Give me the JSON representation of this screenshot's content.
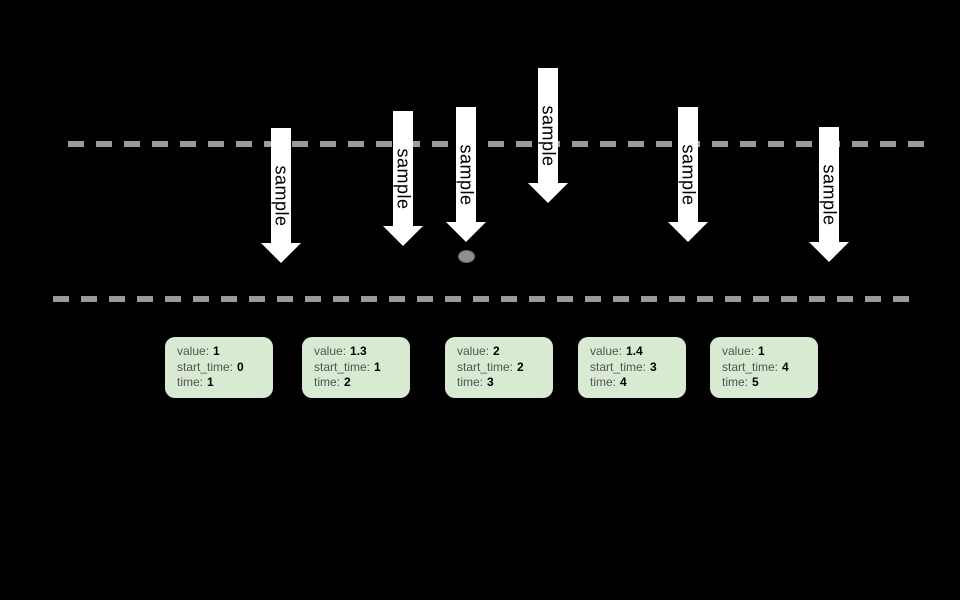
{
  "diagram": {
    "arrows": [
      {
        "label": "sample"
      },
      {
        "label": "sample"
      },
      {
        "label": "sample"
      },
      {
        "label": "sample"
      },
      {
        "label": "sample"
      },
      {
        "label": "sample"
      }
    ],
    "field_labels": {
      "value": "value:",
      "start_time": "start_time:",
      "time": "time:"
    },
    "boxes": [
      {
        "value": "1",
        "start_time": "0",
        "time": "1"
      },
      {
        "value": "1.3",
        "start_time": "1",
        "time": "2"
      },
      {
        "value": "2",
        "start_time": "2",
        "time": "3"
      },
      {
        "value": "1.4",
        "start_time": "3",
        "time": "4"
      },
      {
        "value": "1",
        "start_time": "4",
        "time": "5"
      }
    ],
    "colors": {
      "background": "#000000",
      "arrow_fill": "#ffffff",
      "arrow_text": "#000000",
      "dashed_line": "#9a9a9a",
      "dot_fill": "#8f8f8f",
      "box_fill": "#d9ead3",
      "box_label_text": "#545454",
      "box_value_text": "#000000"
    }
  }
}
